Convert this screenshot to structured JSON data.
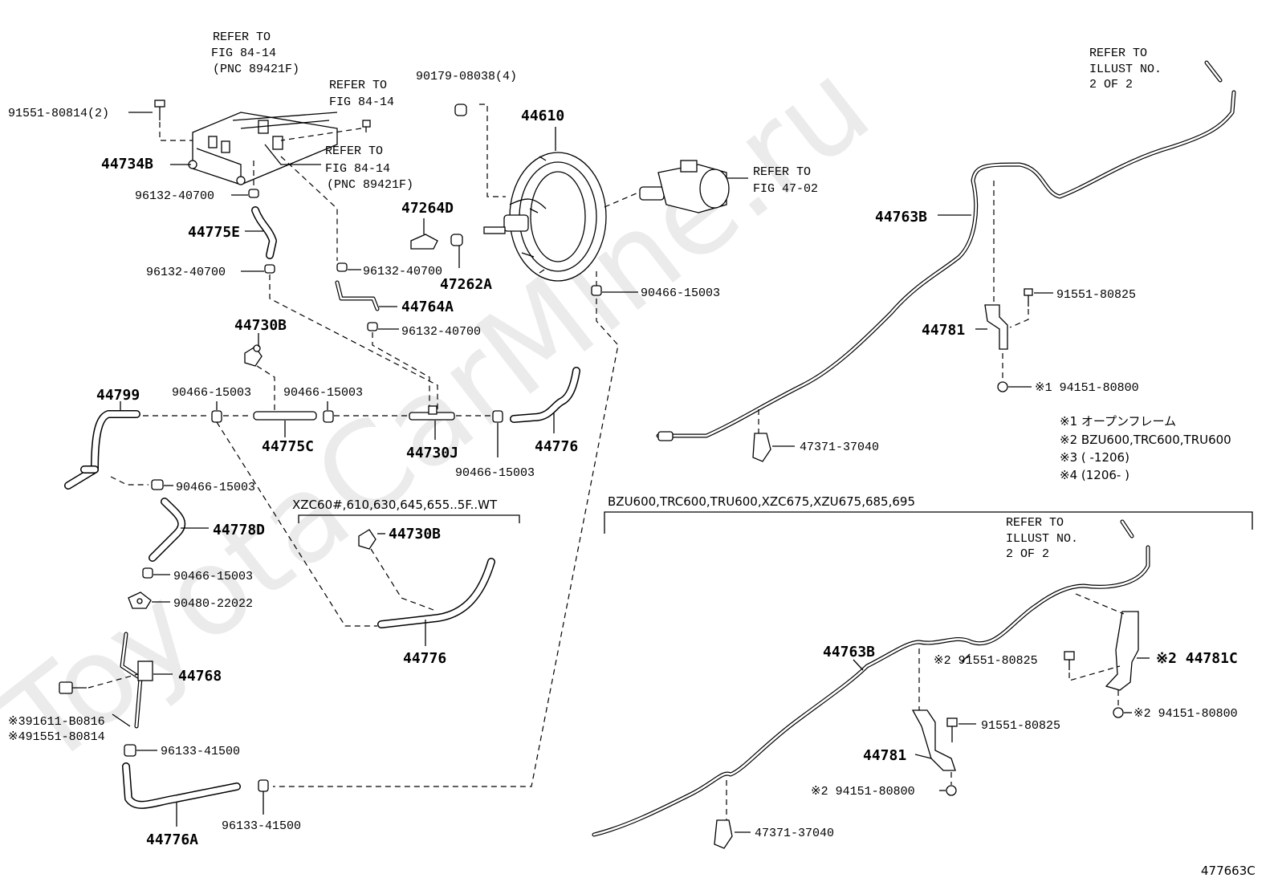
{
  "watermark": "ToyotaCarMine.ru",
  "figure_id": "477663C",
  "labels": {
    "refer_84_14_a_l1": "REFER TO",
    "refer_84_14_a_l2": "FIG 84-14",
    "refer_84_14_a_l3": "(PNC 89421F)",
    "refer_84_14_b_l1": "REFER TO",
    "refer_84_14_b_l2": "FIG 84-14",
    "refer_84_14_c_l1": "REFER TO",
    "refer_84_14_c_l2": "FIG 84-14",
    "refer_84_14_c_l3": "(PNC 89421F)",
    "refer_47_02_l1": "REFER TO",
    "refer_47_02_l2": "FIG 47-02",
    "refer_illust_top_l1": "REFER TO",
    "refer_illust_top_l2": "ILLUST NO.",
    "refer_illust_top_l3": "2 OF 2",
    "refer_illust_bot_l1": "REFER TO",
    "refer_illust_bot_l2": "ILLUST NO.",
    "refer_illust_bot_l3": "2 OF 2",
    "bolt_91551_80814_2": "91551-80814(2)",
    "nut_90179_08038_4": "90179-08038(4)",
    "clamp_96132_40700_a": "96132-40700",
    "clamp_96132_40700_b": "96132-40700",
    "clamp_96132_40700_c": "96132-40700",
    "clamp_96132_40700_d": "96132-40700",
    "clamp_90466_15003_a": "90466-15003",
    "clamp_90466_15003_b": "90466-15003",
    "clamp_90466_15003_c": "90466-15003",
    "clamp_90466_15003_d": "90466-15003",
    "clamp_90466_15003_e": "90466-15003",
    "clamp_90466_15003_f": "90466-15003",
    "grommet_90480_22022": "90480-22022",
    "bolt_3_91611": "※391611-B0816",
    "bolt_4_91551": "※491551-80814",
    "clamp_96133_41500_a": "96133-41500",
    "clamp_96133_41500_b": "96133-41500",
    "bolt_91551_80825_a": "91551-80825",
    "bolt_91551_80825_b": "※2 91551-80825",
    "bolt_91551_80825_c": "91551-80825",
    "nut_94151_80800_a": "※1  94151-80800",
    "nut_94151_80800_b": "※2 94151-80800",
    "nut_94151_80800_c": "※2  94151-80800",
    "clamp_47371_37040_a": "47371-37040",
    "clamp_47371_37040_b": "47371-37040"
  },
  "part_numbers": {
    "p44734B": "44734B",
    "p44775E": "44775E",
    "p47264D": "47264D",
    "p47262A": "47262A",
    "p44610": "44610",
    "p44764A": "44764A",
    "p44730B_a": "44730B",
    "p44730B_b": "44730B",
    "p44799": "44799",
    "p44775C": "44775C",
    "p44730J": "44730J",
    "p44776_a": "44776",
    "p44776_b": "44776",
    "p44778D": "44778D",
    "p44768": "44768",
    "p44776A": "44776A",
    "p44763B_a": "44763B",
    "p44763B_b": "44763B",
    "p44781_a": "44781",
    "p44781_b": "44781",
    "p44781C": "※2 44781C"
  },
  "notes": [
    "※1  オープンフレーム",
    "※2  BZU600,TRC600,TRU600",
    "※3  (        -1206)",
    "※4  (1206-        )"
  ],
  "sections": {
    "variant_left": "XZC60#,610,630,645,655..5F..WT",
    "variant_right": "BZU600,TRC600,TRU600,XZC675,XZU675,685,695"
  }
}
